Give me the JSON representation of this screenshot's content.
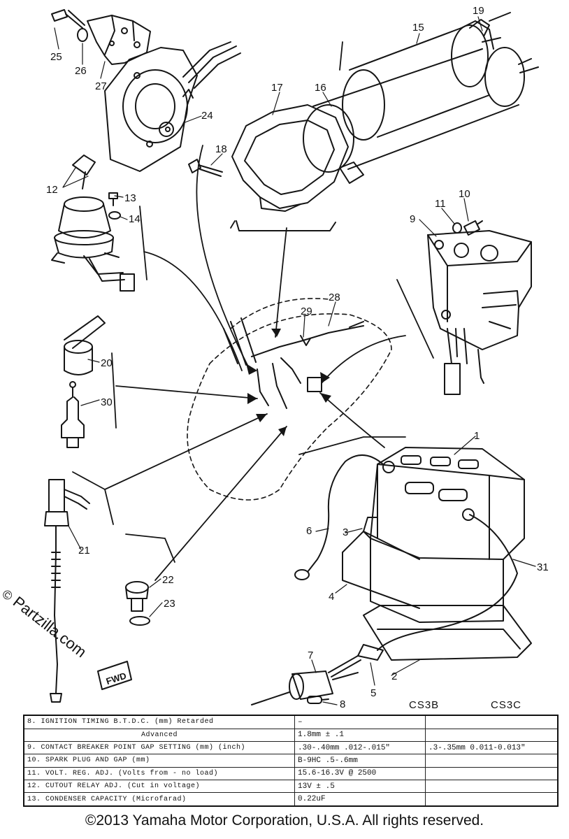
{
  "diagram": {
    "part_numbers": [
      "1",
      "2",
      "3",
      "4",
      "5",
      "6",
      "7",
      "8",
      "9",
      "10",
      "11",
      "12",
      "13",
      "14",
      "15",
      "16",
      "17",
      "18",
      "19",
      "20",
      "21",
      "22",
      "23",
      "24",
      "25",
      "26",
      "27",
      "28",
      "29",
      "30",
      "31"
    ],
    "stamp_text": "FWD"
  },
  "watermark": {
    "symbol": "©",
    "text": "Partzilla.com"
  },
  "spec_table": {
    "columns": [
      "CS3B",
      "CS3C"
    ],
    "rows": [
      {
        "label": "8.   IGNITION TIMING B.T.D.C. (mm) Retarded",
        "cs3b": "–",
        "cs3c": ""
      },
      {
        "label": "Advanced",
        "cs3b": "1.8mm ± .1",
        "cs3c": ""
      },
      {
        "label": "9.   CONTACT BREAKER POINT GAP SETTING (mm) (inch)",
        "cs3b": ".30-.40mm  .012-.015\"",
        "cs3c": ".3-.35mm  0.011-0.013\""
      },
      {
        "label": "10.  SPARK PLUG AND GAP (mm)",
        "cs3b": "B-9HC  .5-.6mm",
        "cs3c": ""
      },
      {
        "label": "11.  VOLT. REG. ADJ. (Volts from - no load)",
        "cs3b": "15.6-16.3V @ 2500",
        "cs3c": ""
      },
      {
        "label": "12.  CUTOUT RELAY ADJ. (Cut in voltage)",
        "cs3b": "13V ± .5",
        "cs3c": ""
      },
      {
        "label": "13.  CONDENSER CAPACITY (Microfarad)",
        "cs3b": "0.22uF",
        "cs3c": ""
      }
    ]
  },
  "footer": {
    "copyright": "©2013  Yamaha Motor Corporation, U.S.A. All rights reserved."
  }
}
